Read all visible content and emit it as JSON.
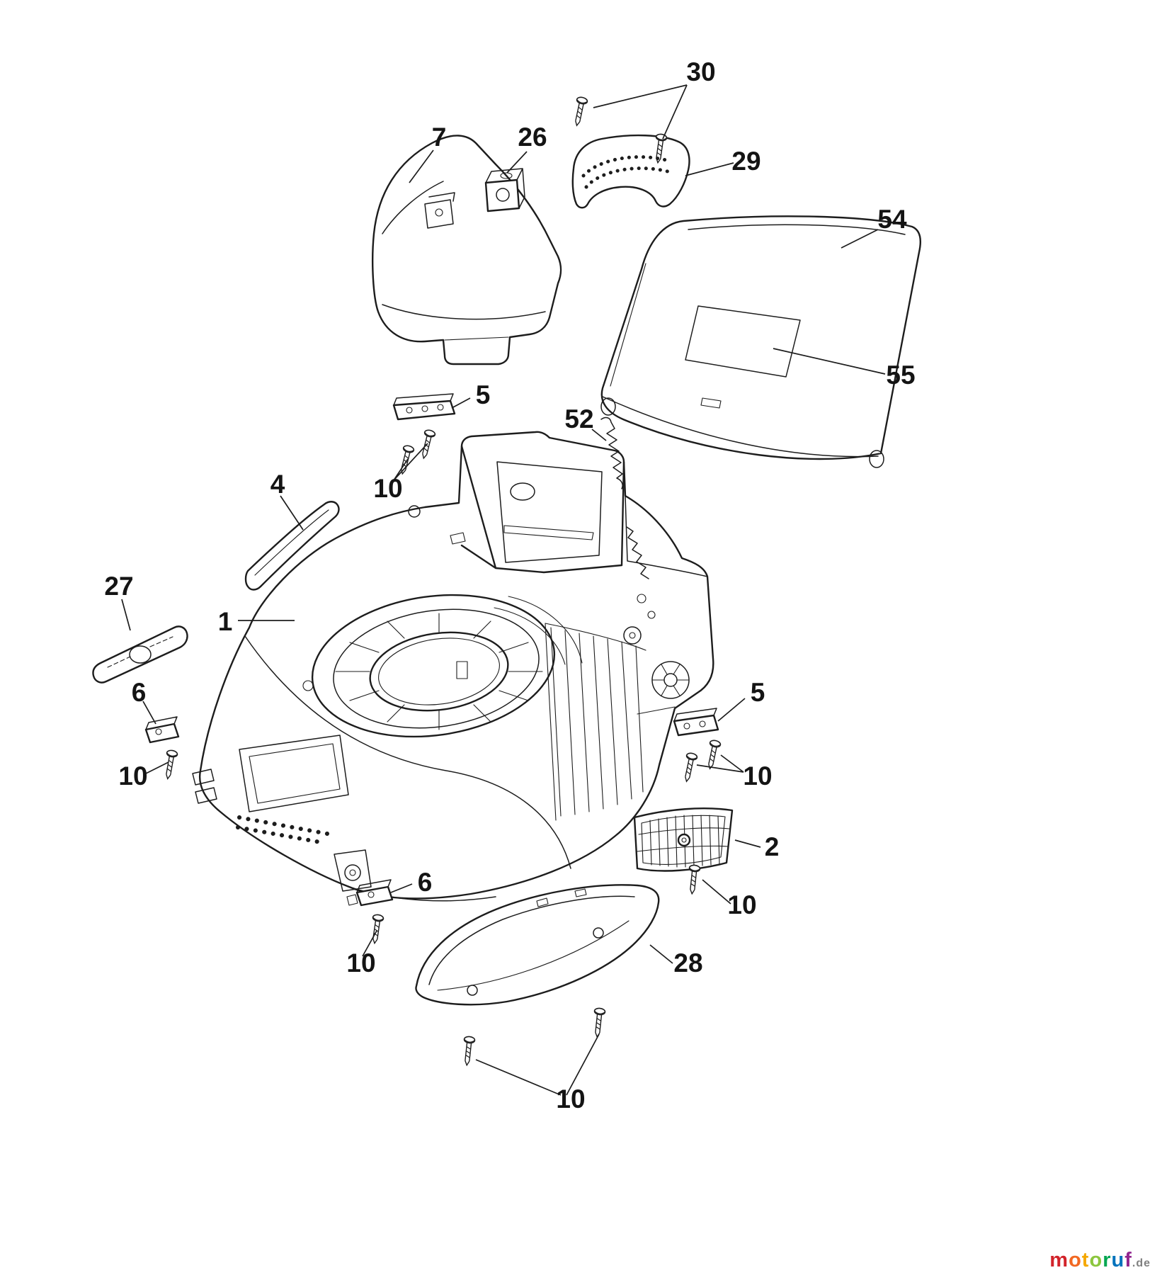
{
  "page": {
    "background": "#ffffff",
    "line_color": "#1d1d1d"
  },
  "diagram": {
    "kind": "exploded-parts-diagram",
    "labels": [
      {
        "text": "7"
      },
      {
        "text": "26"
      },
      {
        "text": "30"
      },
      {
        "text": "29"
      },
      {
        "text": "54"
      },
      {
        "text": "55"
      },
      {
        "text": "5"
      },
      {
        "text": "52"
      },
      {
        "text": "10"
      },
      {
        "text": "4"
      },
      {
        "text": "27"
      },
      {
        "text": "1"
      },
      {
        "text": "6"
      },
      {
        "text": "10"
      },
      {
        "text": "5"
      },
      {
        "text": "10"
      },
      {
        "text": "2"
      },
      {
        "text": "10"
      },
      {
        "text": "6"
      },
      {
        "text": "10"
      },
      {
        "text": "28"
      },
      {
        "text": "10"
      }
    ]
  },
  "watermark": {
    "letters": [
      {
        "char": "m",
        "color": "#d2232a"
      },
      {
        "char": "o",
        "color": "#f26822"
      },
      {
        "char": "t",
        "color": "#f5a800"
      },
      {
        "char": "o",
        "color": "#8cc63e"
      },
      {
        "char": "r",
        "color": "#00a651"
      },
      {
        "char": "u",
        "color": "#0072bc"
      },
      {
        "char": "f",
        "color": "#92278f"
      }
    ],
    "suffix": ".de",
    "suffix_color": "#808080"
  }
}
